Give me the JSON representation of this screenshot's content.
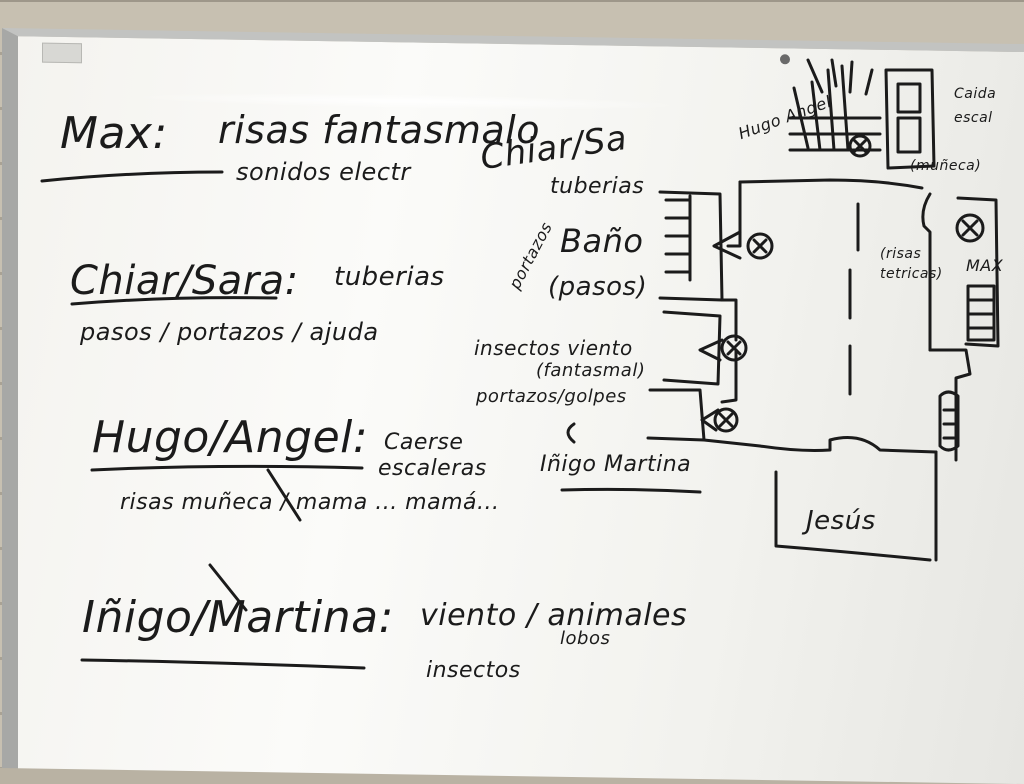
{
  "whiteboard": {
    "notes": {
      "max": {
        "name": "Max:",
        "line1": "risas fantasmalo",
        "line2": "sonidos electr"
      },
      "chiara_sara": {
        "name": "Chiar/Sara:",
        "line1": "tuberias",
        "line2": "pasos / portazos / ajuda"
      },
      "hugo_angel": {
        "name": "Hugo/Angel:",
        "line1": "Caerse",
        "line1b": "escaleras",
        "line2": "risas muñeca / mama ... mamá..."
      },
      "inigo_martina": {
        "name": "Iñigo/Martina:",
        "line1": "viento / animales",
        "line1b": "lobos",
        "line2": "insectos"
      }
    },
    "map_labels": {
      "chiara_sara": "Chiar/Sa",
      "tuberias": "tuberias",
      "portazos": "portazos",
      "bano": "Baño",
      "pasos": "(pasos)",
      "insectos_viento": "insectos viento",
      "fantasmal": "(fantasmal)",
      "portazos_golpes": "portazos/golpes",
      "inigo_martina": "Iñigo Martina",
      "hugo_angel": "Hugo Angel",
      "caida_escaleras": "Caida",
      "caida_escaleras_b": "escal",
      "munieca": "(muñeca)",
      "max": "MAX",
      "risas_tetricas": "(risas",
      "risas_tetricas_b": "tetricas)",
      "jesus": "Jesús"
    }
  }
}
